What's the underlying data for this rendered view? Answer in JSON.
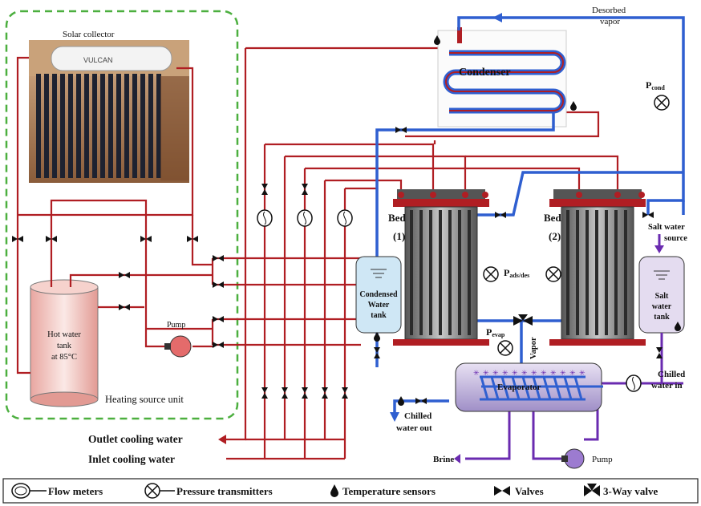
{
  "labels": {
    "solar_collector": "Solar collector",
    "vulcan": "VULCAN",
    "condenser": "Condenser",
    "desorbed_vapor_1": "Desorbed",
    "desorbed_vapor_2": "vapor",
    "p_cond_p": "P",
    "p_cond_sub": "cond",
    "bed1_a": "Bed",
    "bed1_b": "(1)",
    "bed2_a": "Bed",
    "bed2_b": "(2)",
    "salt_water_source_1": "Salt water",
    "salt_water_source_2": "source",
    "p_ads_p": "P",
    "p_ads_sub": "ads/des",
    "condensed_tank_1": "Condensed",
    "condensed_tank_2": "Water",
    "condensed_tank_3": "tank",
    "salt_tank_1": "Salt",
    "salt_tank_2": "water",
    "salt_tank_3": "tank",
    "p_evap_p": "P",
    "p_evap_sub": "evap",
    "vapor": "Vapor",
    "evaporator": "Evaporator",
    "chilled_in_1": "Chilled",
    "chilled_in_2": "water in",
    "chilled_out_1": "Chilled",
    "chilled_out_2": "water out",
    "brine": "Brine",
    "pump_right": "Pump",
    "pump_left": "Pump",
    "hot_tank_1": "Hot water",
    "hot_tank_2": "tank",
    "hot_tank_3": "at 85°C",
    "heating_unit": "Heating source unit",
    "outlet_cooling": "Outlet cooling water",
    "inlet_cooling": "Inlet cooling water"
  },
  "legend": {
    "flow_meters": "Flow meters",
    "pressure_transmitters": "Pressure transmitters",
    "temperature_sensors": "Temperature sensors",
    "valves": "Valves",
    "three_way_valve": "3-Way valve"
  },
  "colors": {
    "hot_line": "#b01e23",
    "vapor_line": "#2f5fd0",
    "chilled_line": "#6a2bb0",
    "green_frame": "#4caf3f",
    "tank_blue": "#cfe7f5",
    "tank_purple": "#e4dcf0"
  }
}
